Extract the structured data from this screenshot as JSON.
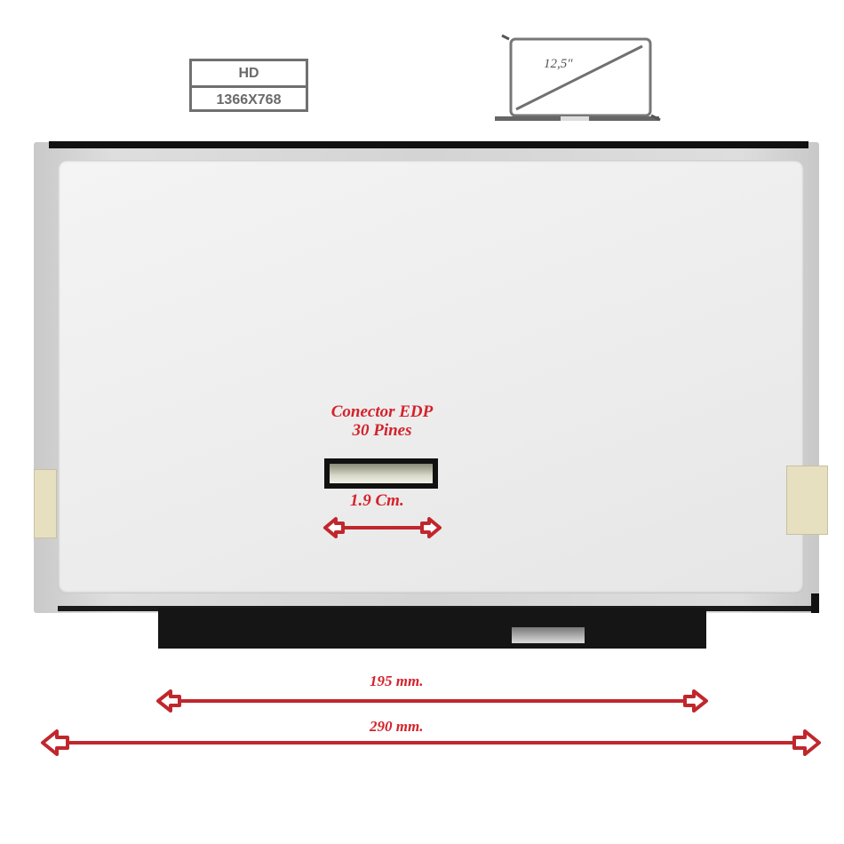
{
  "resolution": {
    "class": "HD",
    "pixels": "1366X768"
  },
  "screen_size": "12,5\"",
  "connector": {
    "line1": "Conector EDP",
    "line2": "30 Pines",
    "width": "1.9 Cm."
  },
  "dimensions": {
    "connector_strip": "195 mm.",
    "total_width": "290 mm."
  },
  "accent_color": "#c0272d"
}
